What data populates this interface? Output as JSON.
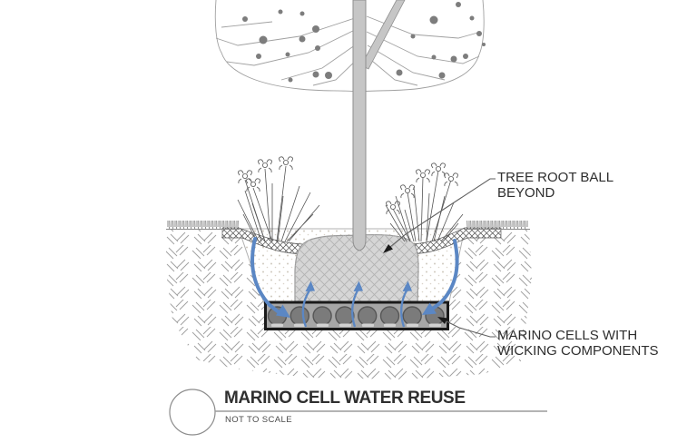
{
  "annotations": {
    "root_ball_label": "TREE ROOT BALL BEYOND",
    "cells_label": "MARINO CELLS WITH WICKING COMPONENTS"
  },
  "title_block": {
    "title": "MARINO CELL WATER REUSE",
    "scale_note": "NOT TO SCALE"
  },
  "colors": {
    "water_arrow": "#5b87c4",
    "cell_band_fill": "#a6a6a6",
    "cell_circle_fill": "#7b7b7b",
    "band_border": "#1a1a1a",
    "root_ball_fill": "#d6d6d6",
    "trunk_fill": "#c6c6c6",
    "leader_line": "#5f5f5f",
    "text": "#2e2e2e"
  },
  "icons": {
    "reference_bubble": "empty-circle-drawing-reference",
    "leader_arrow": "filled-black-triangle",
    "water_flow_arrow": "curved-blue-arrow"
  }
}
